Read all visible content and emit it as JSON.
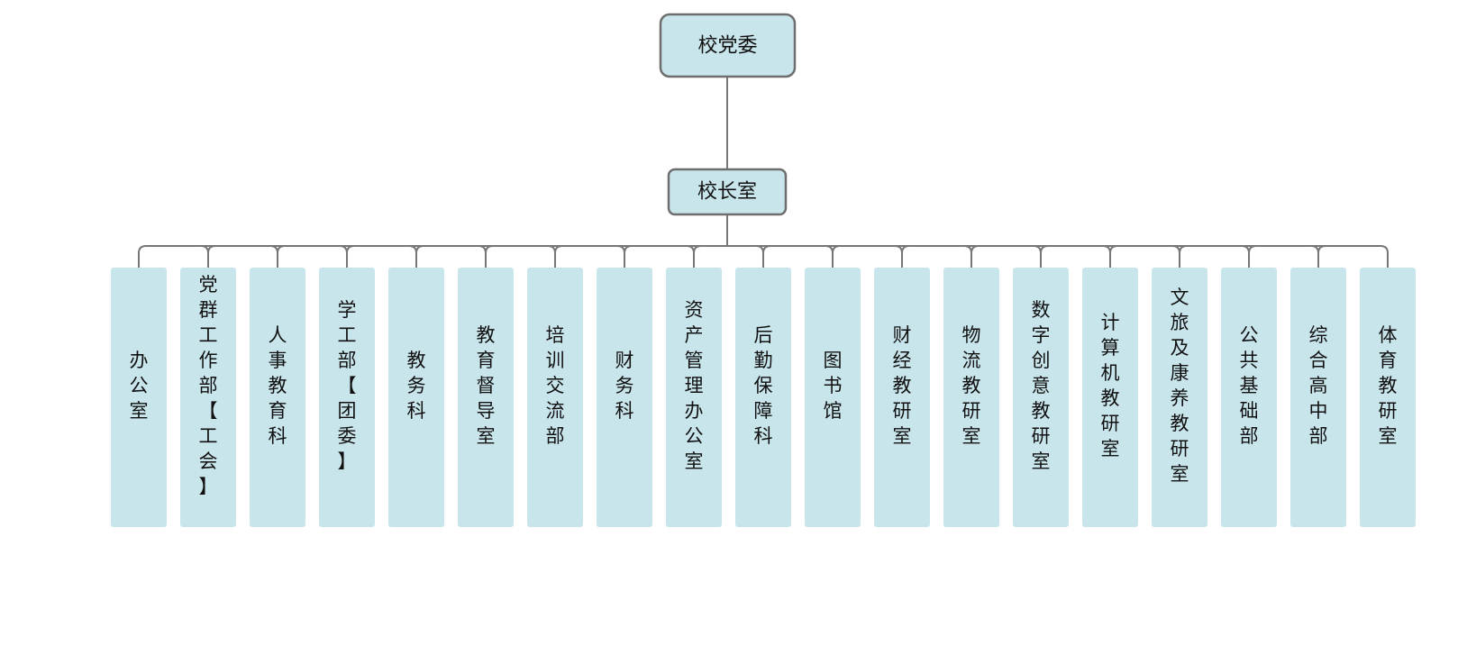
{
  "top": {
    "label": "校党委"
  },
  "second": {
    "label": "校长室"
  },
  "departments": [
    {
      "label": "办公室"
    },
    {
      "label": "党群工作部【工会】"
    },
    {
      "label": "人事教育科"
    },
    {
      "label": "学工部【团委】"
    },
    {
      "label": "教务科"
    },
    {
      "label": "教育督导室"
    },
    {
      "label": "培训交流部"
    },
    {
      "label": "财务科"
    },
    {
      "label": "资产管理办公室"
    },
    {
      "label": "后勤保障科"
    },
    {
      "label": "图书馆"
    },
    {
      "label": "财经教研室"
    },
    {
      "label": "物流教研室"
    },
    {
      "label": "数字创意教研室"
    },
    {
      "label": "计算机教研室"
    },
    {
      "label": "文旅及康养教研室"
    },
    {
      "label": "公共基础部"
    },
    {
      "label": "综合高中部"
    },
    {
      "label": "体育教研室"
    }
  ],
  "colors": {
    "box_fill": "#c9e5ec",
    "line": "#767676",
    "border": "#6e6e6e"
  }
}
